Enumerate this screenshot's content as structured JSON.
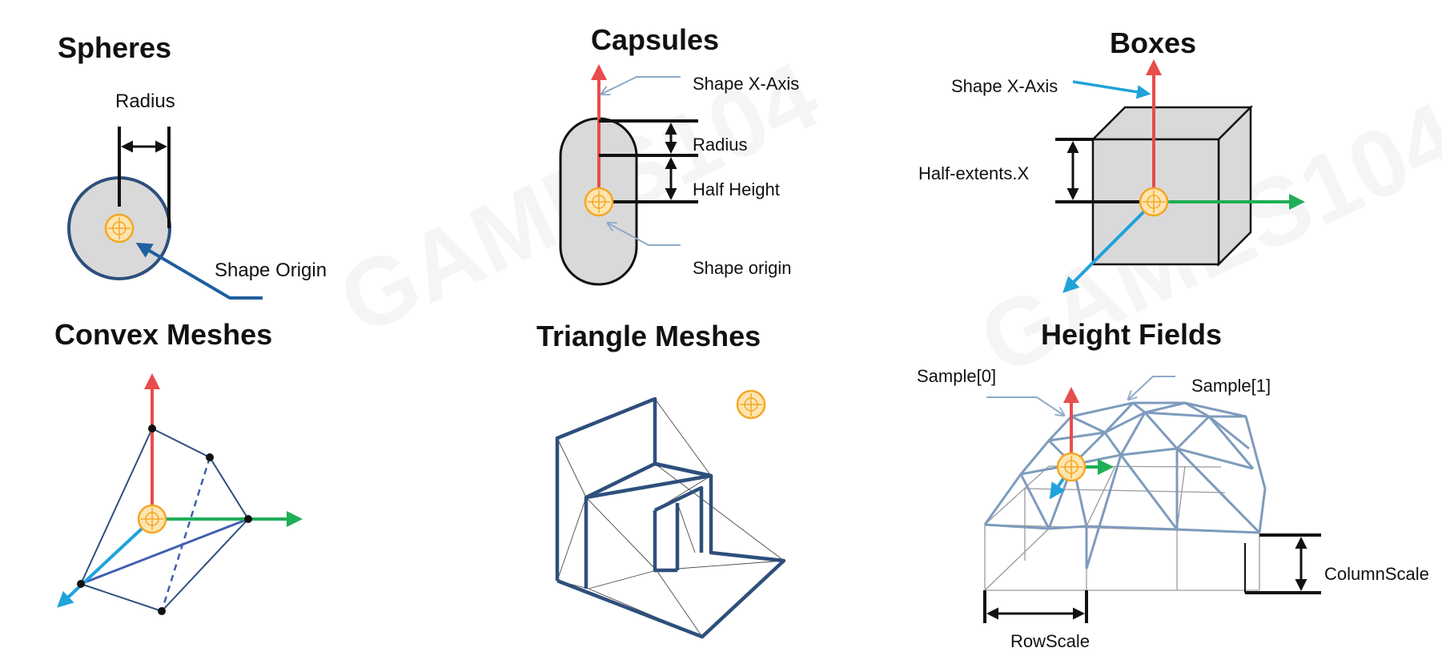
{
  "watermark": "GAMES104",
  "colors": {
    "axis_x": "#e84c4c",
    "axis_y": "#1fae57",
    "axis_z": "#1fa3d9",
    "origin": "#f5a623",
    "outline": "#2d4f7c",
    "shape_fill": "#d9d9d9",
    "leader": "#8fa9c8"
  },
  "panels": {
    "spheres": {
      "title": "Spheres",
      "radius_label": "Radius",
      "origin_label": "Shape Origin"
    },
    "capsules": {
      "title": "Capsules",
      "axis_label": "Shape X-Axis",
      "radius_label": "Radius",
      "half_height_label": "Half Height",
      "origin_label": "Shape origin"
    },
    "boxes": {
      "title": "Boxes",
      "axis_label": "Shape X-Axis",
      "extent_label": "Half-extents.X"
    },
    "convex_meshes": {
      "title": "Convex Meshes"
    },
    "triangle_meshes": {
      "title": "Triangle Meshes"
    },
    "height_fields": {
      "title": "Height Fields",
      "sample0_label": "Sample[0]",
      "sample1_label": "Sample[1]",
      "column_scale_label": "ColumnScale",
      "row_scale_label": "RowScale"
    }
  }
}
